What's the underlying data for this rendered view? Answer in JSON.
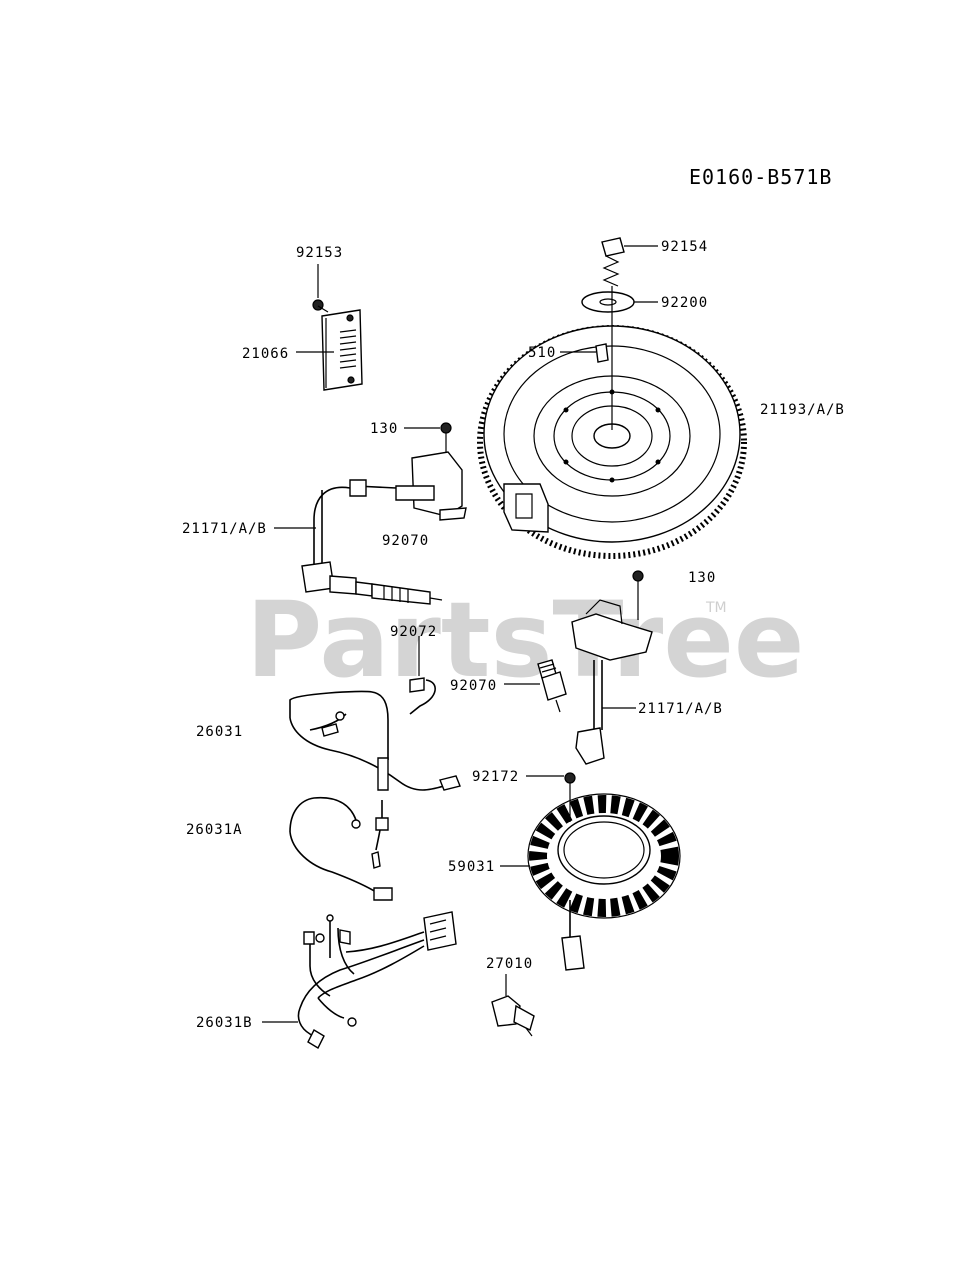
{
  "diagram_code": "E0160-B571B",
  "watermark": {
    "text": "PartsTree",
    "trademark": "TM"
  },
  "parts": [
    {
      "number": "92153",
      "name": "bolt"
    },
    {
      "number": "21066",
      "name": "regulator"
    },
    {
      "number": "130",
      "name": "bolt"
    },
    {
      "number": "21171/A/B",
      "name": "ignition-coil"
    },
    {
      "number": "92070",
      "name": "spark-plug"
    },
    {
      "number": "92072",
      "name": "clamp"
    },
    {
      "number": "26031",
      "name": "lead-wire"
    },
    {
      "number": "26031A",
      "name": "lead-wire"
    },
    {
      "number": "26031B",
      "name": "lead-wire"
    },
    {
      "number": "92154",
      "name": "bolt"
    },
    {
      "number": "92200",
      "name": "washer"
    },
    {
      "number": "510",
      "name": "key"
    },
    {
      "number": "21193/A/B",
      "name": "flywheel"
    },
    {
      "number": "130",
      "name": "bolt"
    },
    {
      "number": "92070",
      "name": "spark-plug"
    },
    {
      "number": "21171/A/B",
      "name": "ignition-coil"
    },
    {
      "number": "92172",
      "name": "bolt"
    },
    {
      "number": "59031",
      "name": "stator"
    },
    {
      "number": "27010",
      "name": "switch"
    }
  ]
}
